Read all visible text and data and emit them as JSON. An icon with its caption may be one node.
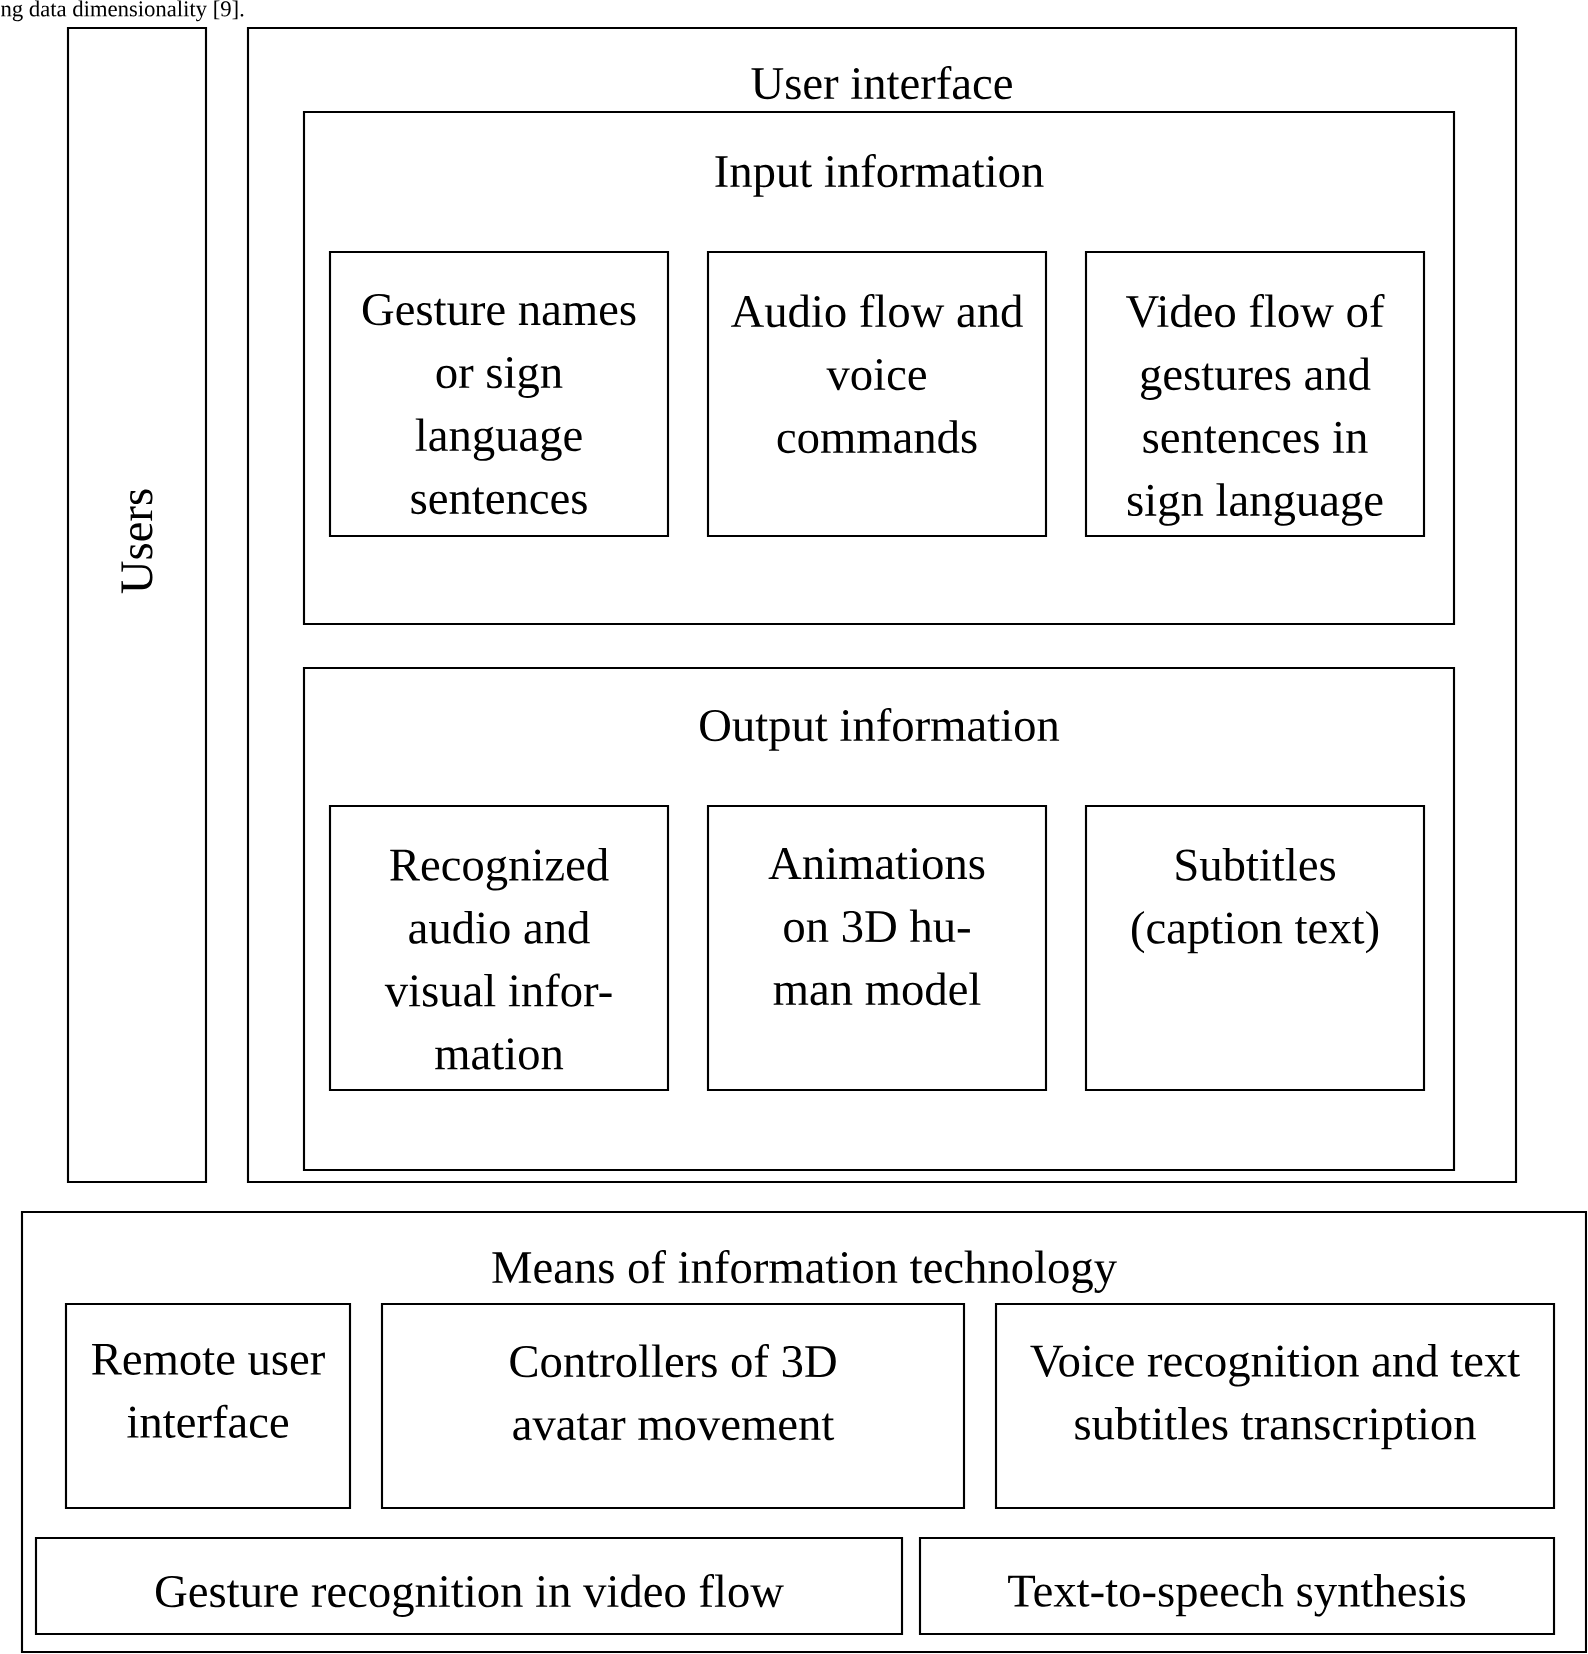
{
  "diagram": {
    "nodes": [
      {
        "text": [
          "Users"
        ]
      },
      {
        "text": [
          "User interface"
        ]
      },
      {
        "text": [
          "Input information"
        ],
        "in": 1
      },
      {
        "text": [
          "Gesture names or sign language sentences"
        ],
        "in": 2
      },
      {
        "text": [
          "Audio flow and voice commands"
        ],
        "in": 2
      },
      {
        "text": [
          "Video flow of gestures and sentences in sign language"
        ],
        "in": 2
      },
      {
        "text": [
          "Output information"
        ],
        "in": 1
      },
      {
        "text": [
          "Recognized audio and visual infor- mation"
        ],
        "in": 6
      },
      {
        "text": [
          "Animations on 3D hu- man model"
        ],
        "in": 6
      },
      {
        "text": [
          "Subtitles (caption text)"
        ],
        "in": 6
      },
      {
        "text": [
          "Means of information technology"
        ]
      },
      {
        "text": [
          "Remote user interface"
        ],
        "in": 10
      },
      {
        "text": [
          "Controllers of 3D avatar movement"
        ],
        "in": 10
      },
      {
        "text": [
          "Voice recognition and text subtitles transcription"
        ],
        "in": 10
      },
      {
        "text": [
          "Gesture recognition in video flow"
        ],
        "in": 10
      },
      {
        "text": [
          "Text-to-speech synthesis"
        ],
        "in": 10
      }
    ],
    "labels": [
      "ng data dimensionality [9]."
    ]
  }
}
